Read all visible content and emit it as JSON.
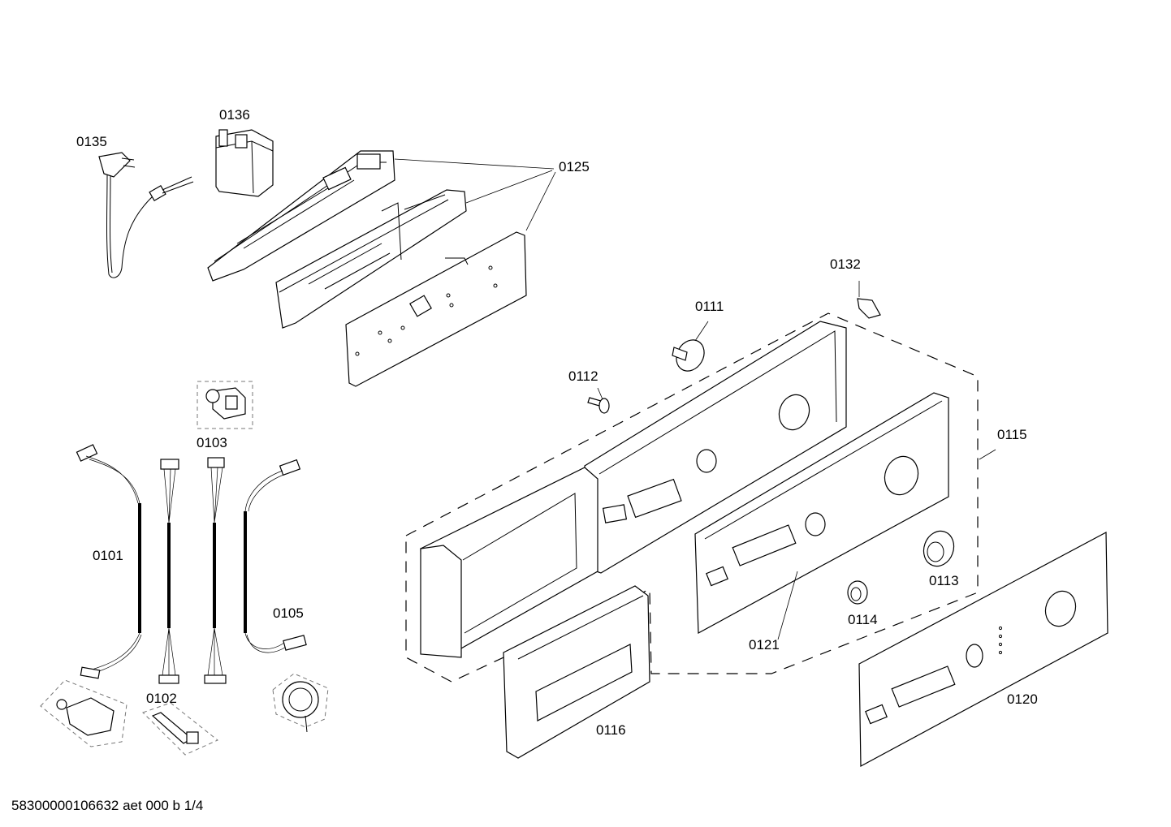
{
  "labels": {
    "p0135": "0135",
    "p0136": "0136",
    "p0125": "0125",
    "p0132": "0132",
    "p0111": "0111",
    "p0112": "0112",
    "p0103": "0103",
    "p0115": "0115",
    "p0101": "0101",
    "p0113": "0113",
    "p0105": "0105",
    "p0114": "0114",
    "p0121": "0121",
    "p0102": "0102",
    "p0120": "0120",
    "p0116": "0116"
  },
  "footer": "58300000106632 aet 000 b 1/4"
}
